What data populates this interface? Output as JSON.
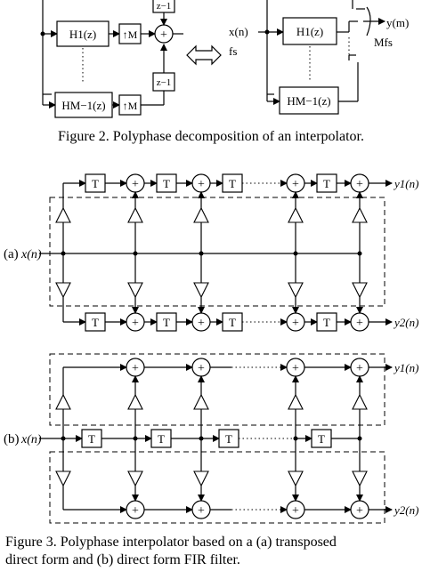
{
  "fig2": {
    "left": {
      "h1_label": "H1(z)",
      "hm_label": "HM−1(z)",
      "up_top": "↑M",
      "up_bottom": "↑M",
      "delay_top": "z−1",
      "delay_bottom": "z−1",
      "plus": "+"
    },
    "double_arrow": "⇔",
    "right": {
      "input_label": "x(n)",
      "input_rate": "fs",
      "h1_label": "H1(z)",
      "hm_label": "HM−1(z)",
      "output_label": "y(m)",
      "output_rate": "Mfs"
    },
    "caption": "Figure 2. Polyphase decomposition of an interpolator."
  },
  "fig3": {
    "part_a_label": "(a)",
    "part_b_label": "(b)",
    "input_label": "x(n)",
    "delay_label": "T",
    "plus": "+",
    "output_top": "y1(n)",
    "output_bottom": "y2(n)",
    "caption_line1": "Figure 3. Polyphase interpolator based on a (a) transposed",
    "caption_line2": "direct form and (b) direct form FIR filter."
  }
}
